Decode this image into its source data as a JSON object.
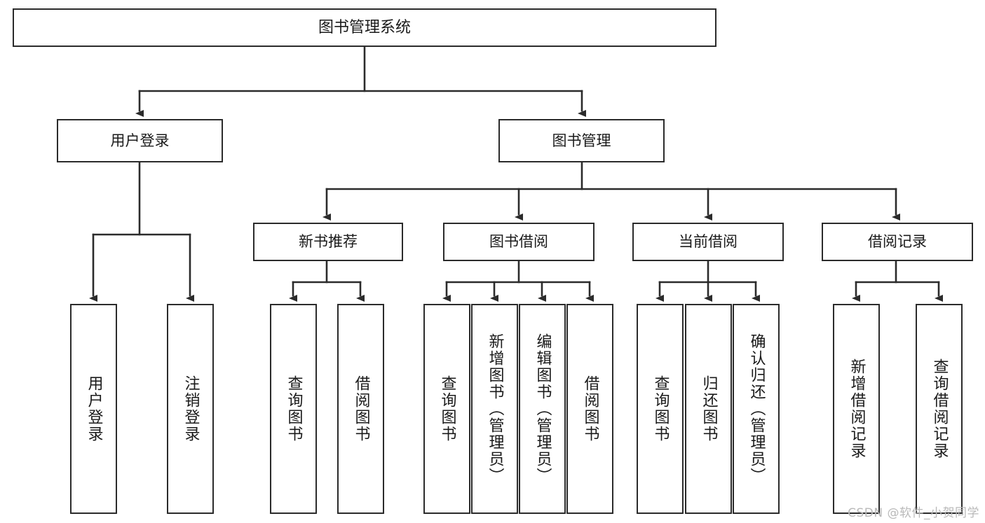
{
  "diagram": {
    "title": "图书管理系统",
    "type": "tree-hierarchy",
    "edge_color": "#2b2b2b",
    "box_border_color": "#2b2b2b",
    "box_fill_color": "#ffffff",
    "text_color": "#1a1a1a"
  },
  "root": {
    "label": "图书管理系统"
  },
  "level1": [
    {
      "label": "用户登录"
    },
    {
      "label": "图书管理"
    }
  ],
  "level2": [
    {
      "label": "新书推荐"
    },
    {
      "label": "图书借阅"
    },
    {
      "label": "当前借阅"
    },
    {
      "label": "借阅记录"
    }
  ],
  "leaves": [
    {
      "label": "用户登录"
    },
    {
      "label": "注销登录"
    },
    {
      "label": "查询图书"
    },
    {
      "label": "借阅图书"
    },
    {
      "label": "查询图书"
    },
    {
      "label": "新增图书（管理员）"
    },
    {
      "label": "编辑图书（管理员）"
    },
    {
      "label": "借阅图书"
    },
    {
      "label": "查询图书"
    },
    {
      "label": "归还图书"
    },
    {
      "label": "确认归还（管理员）"
    },
    {
      "label": "新增借阅记录"
    },
    {
      "label": "查询借阅记录"
    }
  ],
  "watermark": {
    "text": "CSDN @软件_小贺同学"
  }
}
